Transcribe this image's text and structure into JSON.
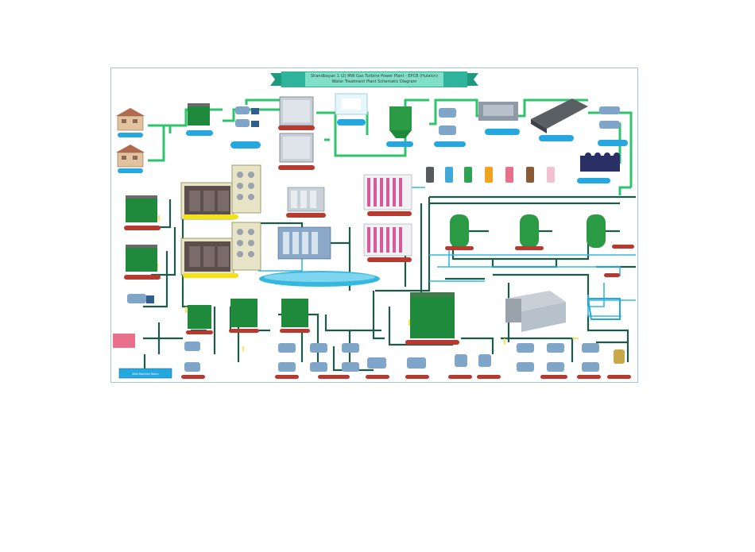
{
  "diagram": {
    "title_line1": "Shandbayan 1 (2) MW Gas Turbine Power Plant - EPCB (Hulalon)",
    "title_line2": "Water Treatment Plant Schematic Diagram",
    "footer_label": "Well Machine Room",
    "side_note": "",
    "colors": {
      "pipe_green": "#2fc36e",
      "pipe_dark": "#1c5a4a",
      "pipe_blue": "#35b8e0",
      "pipe_yellow": "#f2e21c",
      "tank_green": "#1f8a3b",
      "label_red": "#b53a30",
      "label_blue": "#25a8e0",
      "banner_teal": "#2fb39a"
    },
    "tag_labels": {
      "well_house_1": "",
      "well_house_2": "",
      "raw_tank": "",
      "pump_1": "",
      "filter_1": "",
      "filter_2": "",
      "dosing": "",
      "sludge": "",
      "clarifier": "",
      "mm_filter": "",
      "discs": "",
      "ro_rack_1": "",
      "ro_rack_2": "",
      "tank_small": "",
      "ro_tank_1": "",
      "ro_tank_2": ""
    }
  }
}
